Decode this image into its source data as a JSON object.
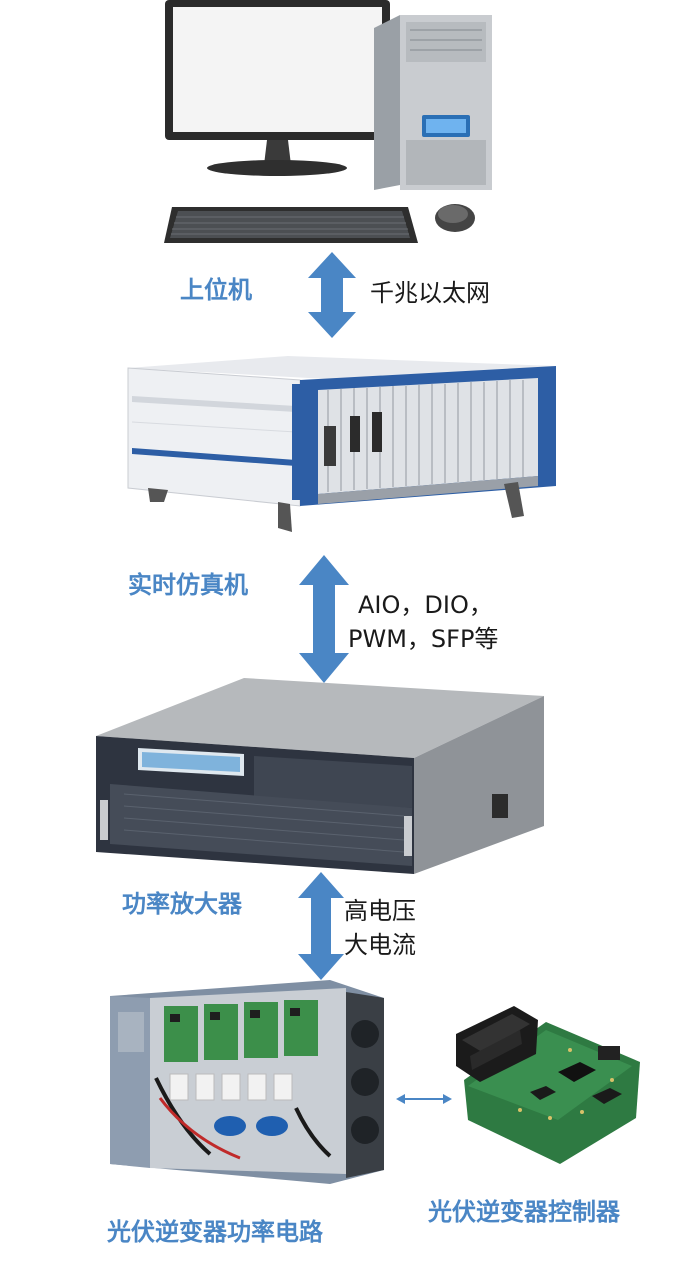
{
  "labels": {
    "host_pc": "上位机",
    "ethernet": "千兆以太网",
    "rt_simulator": "实时仿真机",
    "interfaces_line1": "AIO，DIO，",
    "interfaces_line2": "PWM，SFP等",
    "power_amplifier": "功率放大器",
    "hv_line1": "高电压",
    "hv_line2": "大电流",
    "pv_power_circuit": "光伏逆变器功率电路",
    "pv_controller": "光伏逆变器控制器"
  },
  "colors": {
    "arrow": "#4a86c5",
    "label_blue": "#4a86c5",
    "text_dark": "#1a1a1a"
  },
  "icons": {
    "host": "desktop-computer-icon",
    "simulator": "rack-chassis-icon",
    "amplifier": "power-amplifier-icon",
    "circuit": "inverter-circuit-icon",
    "controller": "controller-board-icon"
  }
}
